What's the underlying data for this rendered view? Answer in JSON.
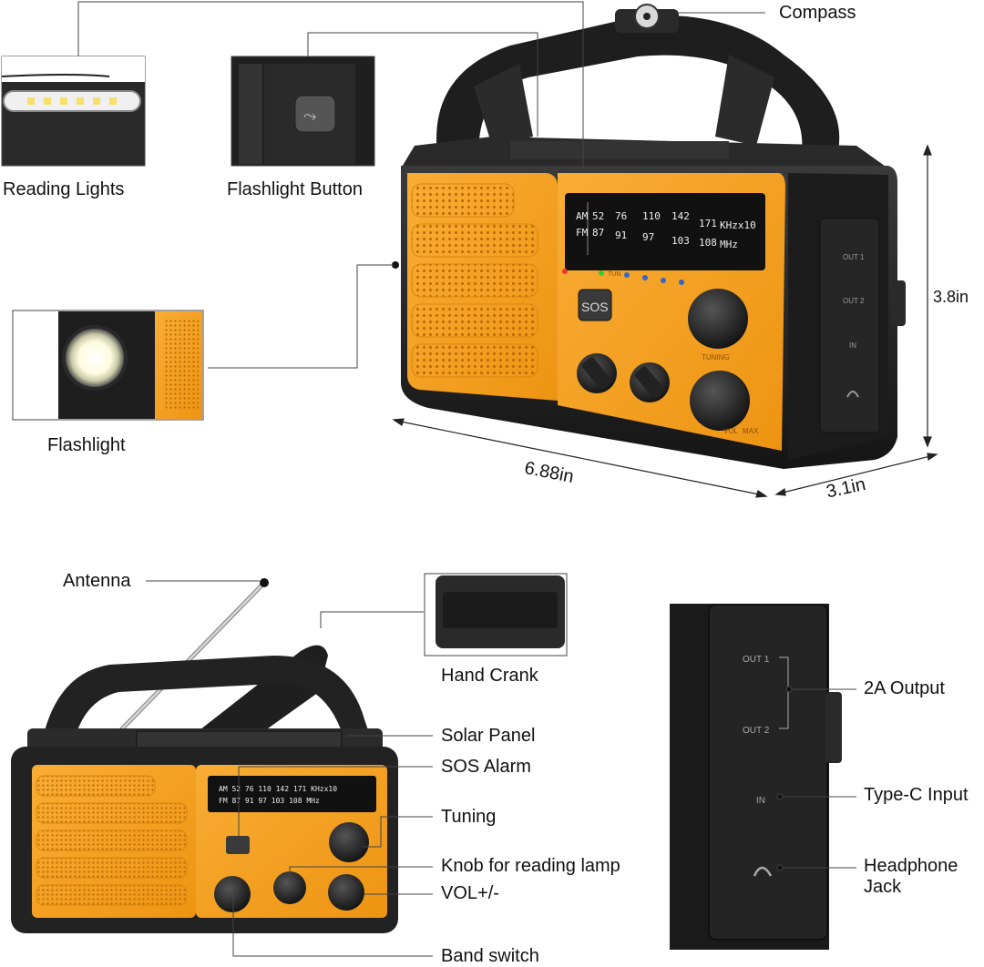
{
  "labels": {
    "compass": "Compass",
    "reading_lights": "Reading Lights",
    "flashlight_button": "Flashlight Button",
    "flashlight": "Flashlight",
    "antenna": "Antenna",
    "hand_crank": "Hand Crank",
    "solar_panel": "Solar Panel",
    "sos_alarm": "SOS Alarm",
    "tuning": "Tuning",
    "knob_reading_lamp": "Knob for reading lamp",
    "vol": "VOL+/-",
    "band_switch": "Band switch",
    "output_2a": "2A Output",
    "typec_input": "Type-C Input",
    "headphone_jack_line1": "Headphone",
    "headphone_jack_line2": "Jack"
  },
  "dimensions": {
    "width": "6.88in",
    "depth": "3.1in",
    "height": "3.8in"
  },
  "dial": {
    "am_label": "AM",
    "fm_label": "FM",
    "am_values": [
      "52",
      "76",
      "110",
      "142",
      "171"
    ],
    "fm_values": [
      "87",
      "91",
      "97",
      "103",
      "108"
    ],
    "am_unit": "KHzx10",
    "fm_unit": "MHz"
  },
  "radio_text": {
    "sos": "SOS",
    "tuning": "TUNING",
    "vol": "VOL",
    "max": "MAX",
    "tun": "TUN",
    "out1": "OUT 1",
    "out2": "OUT 2",
    "in": "IN"
  },
  "colors": {
    "orange": "#f5a21f",
    "body": "#222222"
  }
}
